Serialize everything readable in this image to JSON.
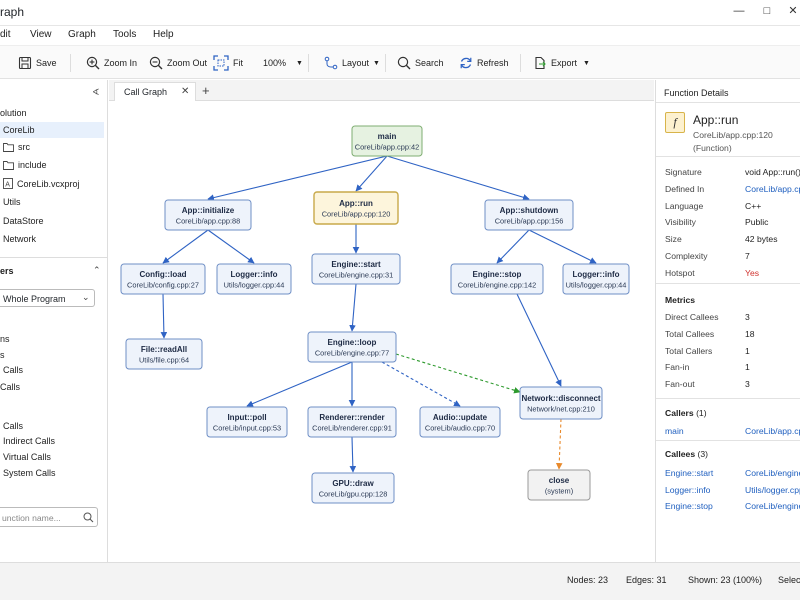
{
  "window": {
    "title": "raph"
  },
  "menu": [
    "dit",
    "View",
    "Graph",
    "Tools",
    "Help"
  ],
  "toolbar": {
    "save": "Save",
    "zoom_in": "Zoom In",
    "zoom_out": "Zoom Out",
    "fit": "Fit",
    "zoom_level": "100%",
    "layout": "Layout",
    "search": "Search",
    "refresh": "Refresh",
    "export": "Export"
  },
  "explorer": {
    "solution": "olution",
    "items": [
      "CoreLib",
      "src",
      "include",
      "CoreLib.vcxproj",
      "Utils",
      "DataStore",
      "Network"
    ]
  },
  "filters": {
    "header": "ers",
    "scope": "Whole Program",
    "items": [
      "ns",
      "s",
      "Calls",
      "Calls",
      "Calls",
      "Indirect Calls",
      "Virtual Calls",
      "System Calls"
    ],
    "search_placeholder": "unction name..."
  },
  "tabs": {
    "active": "Call Graph",
    "add": "+"
  },
  "graph": {
    "nodes": [
      {
        "id": "main",
        "name": "main",
        "file": "CoreLib/app.cpp:42",
        "style": "root"
      },
      {
        "id": "init",
        "name": "App::initialize",
        "file": "CoreLib/app.cpp:88",
        "style": "normal"
      },
      {
        "id": "run",
        "name": "App::run",
        "file": "CoreLib/app.cpp:120",
        "style": "selected"
      },
      {
        "id": "shutdown",
        "name": "App::shutdown",
        "file": "CoreLib/app.cpp:156",
        "style": "normal"
      },
      {
        "id": "cfgload",
        "name": "Config::load",
        "file": "CoreLib/config.cpp:27",
        "style": "normal"
      },
      {
        "id": "log1",
        "name": "Logger::info",
        "file": "Utils/logger.cpp:44",
        "style": "normal"
      },
      {
        "id": "estart",
        "name": "Engine::start",
        "file": "CoreLib/engine.cpp:31",
        "style": "normal"
      },
      {
        "id": "estop",
        "name": "Engine::stop",
        "file": "CoreLib/engine.cpp:142",
        "style": "normal"
      },
      {
        "id": "log2",
        "name": "Logger::info",
        "file": "Utils/logger.cpp:44",
        "style": "normal"
      },
      {
        "id": "readall",
        "name": "File::readAll",
        "file": "Utils/file.cpp:64",
        "style": "normal"
      },
      {
        "id": "eloop",
        "name": "Engine::loop",
        "file": "CoreLib/engine.cpp:77",
        "style": "normal"
      },
      {
        "id": "netdisc",
        "name": "Network::disconnect",
        "file": "Network/net.cpp:210",
        "style": "normal"
      },
      {
        "id": "poll",
        "name": "Input::poll",
        "file": "CoreLib/input.cpp:53",
        "style": "normal"
      },
      {
        "id": "render",
        "name": "Renderer::render",
        "file": "CoreLib/renderer.cpp:91",
        "style": "normal"
      },
      {
        "id": "audio",
        "name": "Audio::update",
        "file": "CoreLib/audio.cpp:70",
        "style": "normal"
      },
      {
        "id": "close",
        "name": "close",
        "file": "(system)",
        "style": "system"
      },
      {
        "id": "gpudraw",
        "name": "GPU::draw",
        "file": "CoreLib/gpu.cpp:128",
        "style": "normal"
      }
    ],
    "edges": [
      {
        "from": "main",
        "to": "init",
        "kind": "direct"
      },
      {
        "from": "main",
        "to": "run",
        "kind": "direct"
      },
      {
        "from": "main",
        "to": "shutdown",
        "kind": "direct"
      },
      {
        "from": "init",
        "to": "cfgload",
        "kind": "direct"
      },
      {
        "from": "init",
        "to": "log1",
        "kind": "direct"
      },
      {
        "from": "run",
        "to": "estart",
        "kind": "direct"
      },
      {
        "from": "estart",
        "to": "eloop",
        "kind": "direct"
      },
      {
        "from": "shutdown",
        "to": "estop",
        "kind": "direct"
      },
      {
        "from": "shutdown",
        "to": "log2",
        "kind": "direct"
      },
      {
        "from": "cfgload",
        "to": "readall",
        "kind": "direct"
      },
      {
        "from": "eloop",
        "to": "poll",
        "kind": "direct"
      },
      {
        "from": "eloop",
        "to": "render",
        "kind": "direct"
      },
      {
        "from": "eloop",
        "to": "audio",
        "kind": "indirect"
      },
      {
        "from": "eloop",
        "to": "netdisc",
        "kind": "virtual"
      },
      {
        "from": "estop",
        "to": "netdisc",
        "kind": "direct"
      },
      {
        "from": "render",
        "to": "gpudraw",
        "kind": "direct"
      },
      {
        "from": "netdisc",
        "to": "close",
        "kind": "system"
      }
    ],
    "colors": {
      "direct": "#2f63c4",
      "indirect": "#2f63c4",
      "virtual": "#2e9a2e",
      "system": "#e8892b",
      "node_fill": "#eef3fb",
      "node_stroke": "#6f8fc6",
      "root_fill": "#e6f2e1",
      "root_stroke": "#7fae72",
      "selected_fill": "#fdf5dc",
      "selected_stroke": "#c8a94a",
      "system_fill": "#f2f2f2",
      "system_stroke": "#999999"
    }
  },
  "details": {
    "header": "Function Details",
    "icon_glyph": "f",
    "name": "App::run",
    "location": "CoreLib/app.cpp:120",
    "kind": "(Function)",
    "props": [
      {
        "label": "Signature",
        "value": "void App::run()",
        "link": false
      },
      {
        "label": "Defined In",
        "value": "CoreLib/app.cpp",
        "link": true
      },
      {
        "label": "Language",
        "value": "C++",
        "link": false
      },
      {
        "label": "Visibility",
        "value": "Public",
        "link": false
      },
      {
        "label": "Size",
        "value": "42 bytes",
        "link": false
      },
      {
        "label": "Complexity",
        "value": "7",
        "link": false
      },
      {
        "label": "Hotspot",
        "value": "Yes",
        "link": false,
        "color": "#d0312d"
      }
    ],
    "metrics_title": "Metrics",
    "metrics": [
      {
        "label": "Direct Callees",
        "value": "3"
      },
      {
        "label": "Total Callees",
        "value": "18"
      },
      {
        "label": "Total Callers",
        "value": "1"
      },
      {
        "label": "Fan-in",
        "value": "1"
      },
      {
        "label": "Fan-out",
        "value": "3"
      }
    ],
    "callers_title": "Callers",
    "callers_count": "(1)",
    "callers": [
      {
        "name": "main",
        "file": "CoreLib/app.cpp"
      }
    ],
    "callees_title": "Callees",
    "callees_count": "(3)",
    "callees": [
      {
        "name": "Engine::start",
        "file": "CoreLib/engine.cpp"
      },
      {
        "name": "Logger::info",
        "file": "Utils/logger.cpp"
      },
      {
        "name": "Engine::stop",
        "file": "CoreLib/engine.cpp"
      }
    ]
  },
  "status": {
    "nodes": "Nodes: 23",
    "edges": "Edges: 31",
    "shown": "Shown: 23 (100%)",
    "selected": "Selecte"
  }
}
